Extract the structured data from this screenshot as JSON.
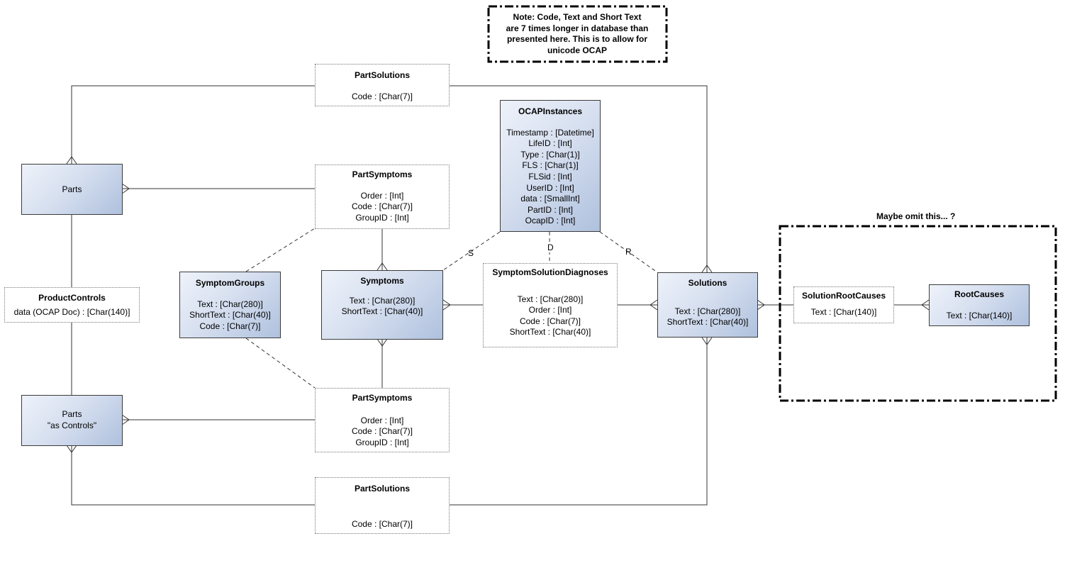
{
  "note": {
    "lines": [
      "Note: Code, Text and Short Text",
      "are 7 times longer in database than",
      "presented here. This is to allow for",
      "unicode OCAP"
    ]
  },
  "maybe_label": "Maybe omit this... ?",
  "entities": {
    "part_solutions_top": {
      "title": "PartSolutions",
      "fields": [
        "Code : [Char(7)]"
      ]
    },
    "parts": {
      "title": "Parts"
    },
    "part_symptoms_top": {
      "title": "PartSymptoms",
      "fields": [
        "Order : [Int]",
        "Code : [Char(7)]",
        "GroupID : [Int]"
      ]
    },
    "ocap_instances": {
      "title": "OCAPInstances",
      "fields": [
        "Timestamp : [Datetime]",
        "LifeID : [Int]",
        "Type : [Char(1)]",
        "FLS : [Char(1)]",
        "FLSid : [Int]",
        "UserID : [Int]",
        "data : [SmallInt]",
        "PartID : [Int]",
        "OcapID : [Int]"
      ]
    },
    "product_controls": {
      "title": "ProductControls",
      "fields": [
        "data (OCAP Doc) : [Char(140)]"
      ]
    },
    "symptom_groups": {
      "title": "SymptomGroups",
      "fields": [
        "Text : [Char(280)]",
        "ShortText : [Char(40)]",
        "Code : [Char(7)]"
      ]
    },
    "symptoms": {
      "title": "Symptoms",
      "fields": [
        "Text : [Char(280)]",
        "ShortText : [Char(40)]"
      ]
    },
    "symptom_solution_diagnoses": {
      "title": "SymptomSolutionDiagnoses",
      "fields": [
        "Text : [Char(280)]",
        "Order : [Int]",
        "Code : [Char(7)]",
        "ShortText : [Char(40)]"
      ]
    },
    "solutions": {
      "title": "Solutions",
      "fields": [
        "Text : [Char(280)]",
        "ShortText : [Char(40)]"
      ]
    },
    "solution_root_causes": {
      "title": "SolutionRootCauses",
      "fields": [
        "Text : [Char(140)]"
      ]
    },
    "root_causes": {
      "title": "RootCauses",
      "fields": [
        "Text : [Char(140)]"
      ]
    },
    "parts_as_controls": {
      "title": "Parts",
      "subtitle": "\"as Controls\""
    },
    "part_symptoms_bottom": {
      "title": "PartSymptoms",
      "fields": [
        "Order : [Int]",
        "Code : [Char(7)]",
        "GroupID : [Int]"
      ]
    },
    "part_solutions_bottom": {
      "title": "PartSolutions",
      "fields": [
        "Code : [Char(7)]"
      ]
    }
  },
  "edge_labels": {
    "s": "S",
    "d": "D",
    "r": "R"
  },
  "colors": {
    "entity_fill_light": "#eef2fa",
    "entity_fill_dark": "#afc1de",
    "line": "#333333"
  }
}
